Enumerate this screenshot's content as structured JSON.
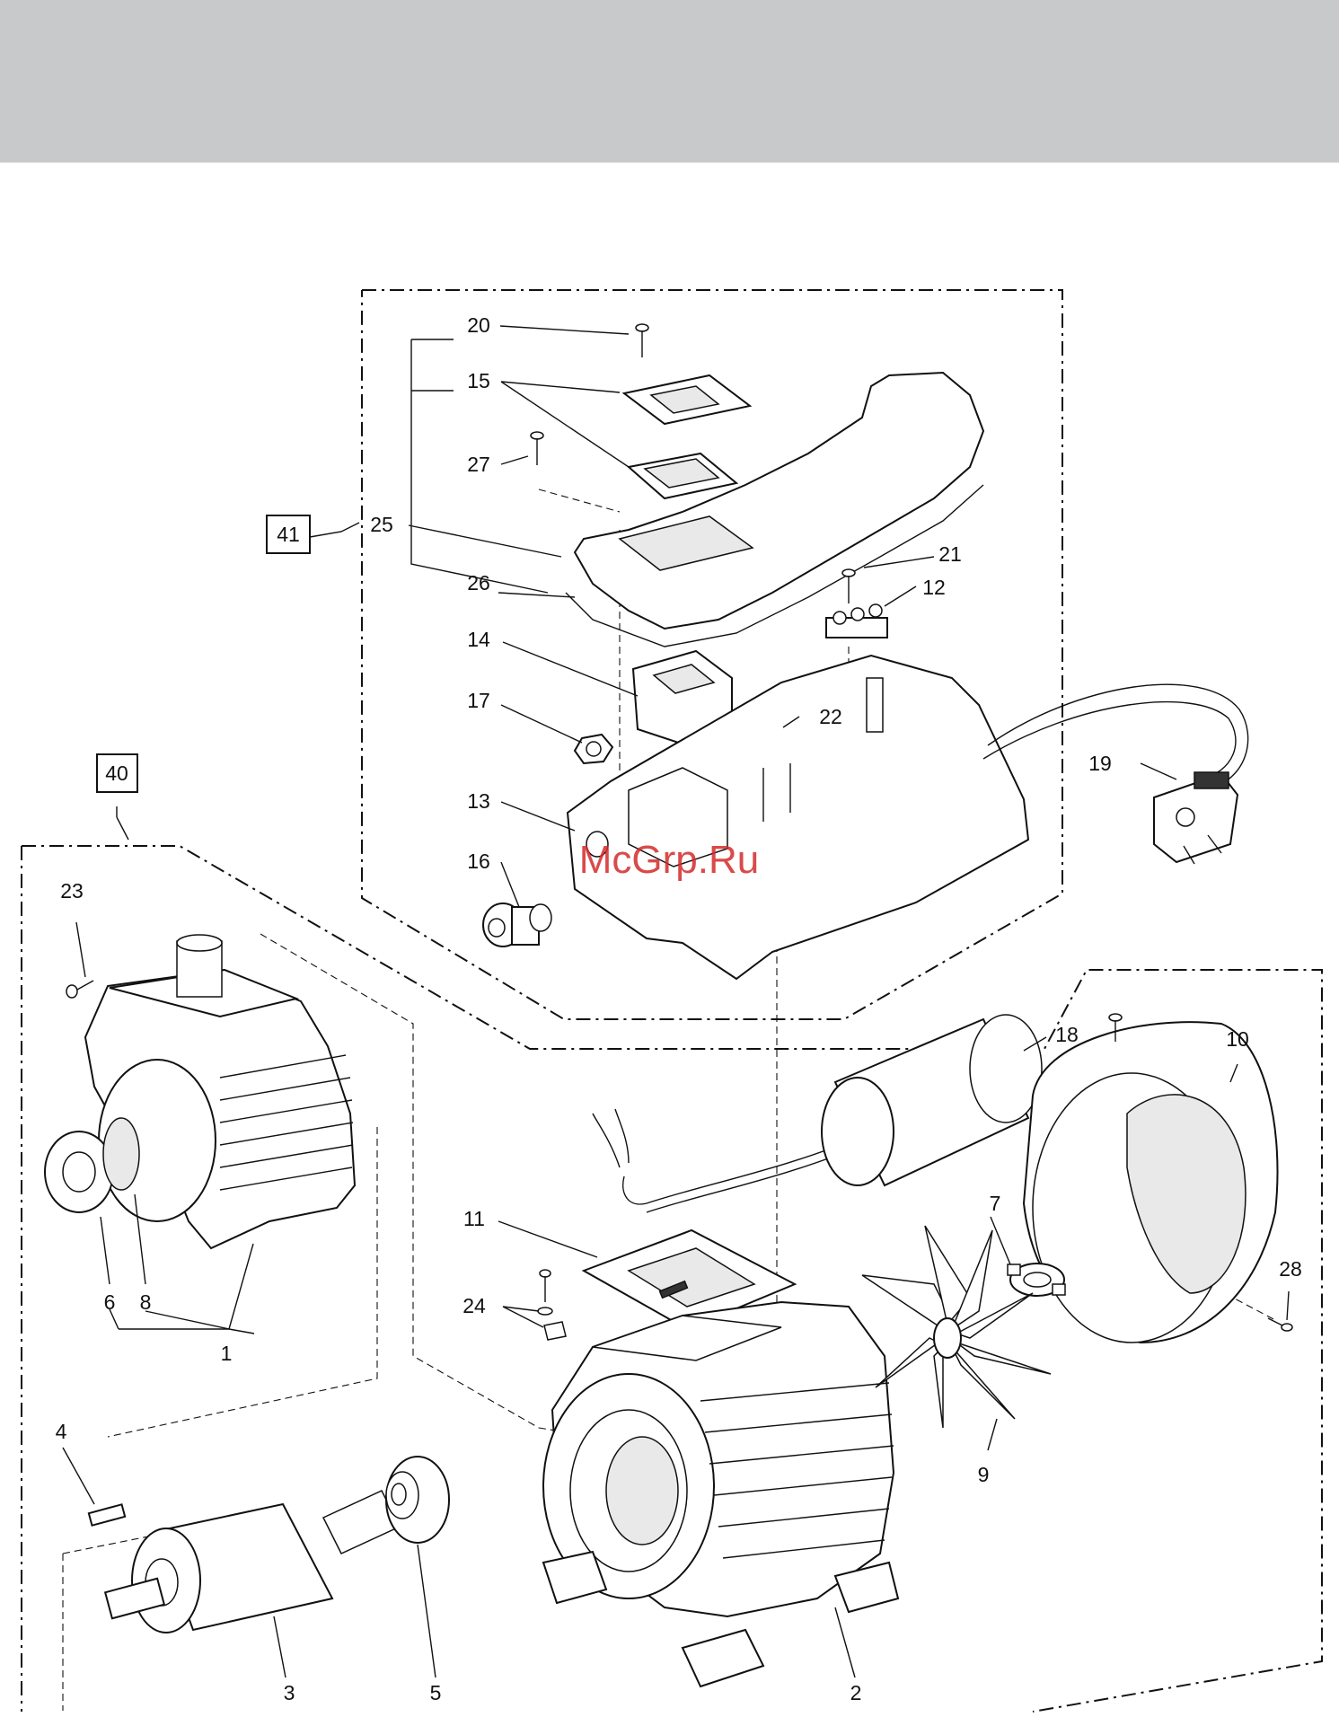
{
  "watermark": "McGrp.Ru",
  "group_labels": {
    "g41": "41",
    "g40": "40"
  },
  "callouts": {
    "c1": "1",
    "c2": "2",
    "c3": "3",
    "c4": "4",
    "c5": "5",
    "c6": "6",
    "c7": "7",
    "c8": "8",
    "c9": "9",
    "c10": "10",
    "c11": "11",
    "c12": "12",
    "c13": "13",
    "c14": "14",
    "c15": "15",
    "c16": "16",
    "c17": "17",
    "c18": "18",
    "c19": "19",
    "c20": "20",
    "c21": "21",
    "c22": "22",
    "c23": "23",
    "c24": "24",
    "c25": "25",
    "c26": "26",
    "c27": "27",
    "c28": "28"
  }
}
